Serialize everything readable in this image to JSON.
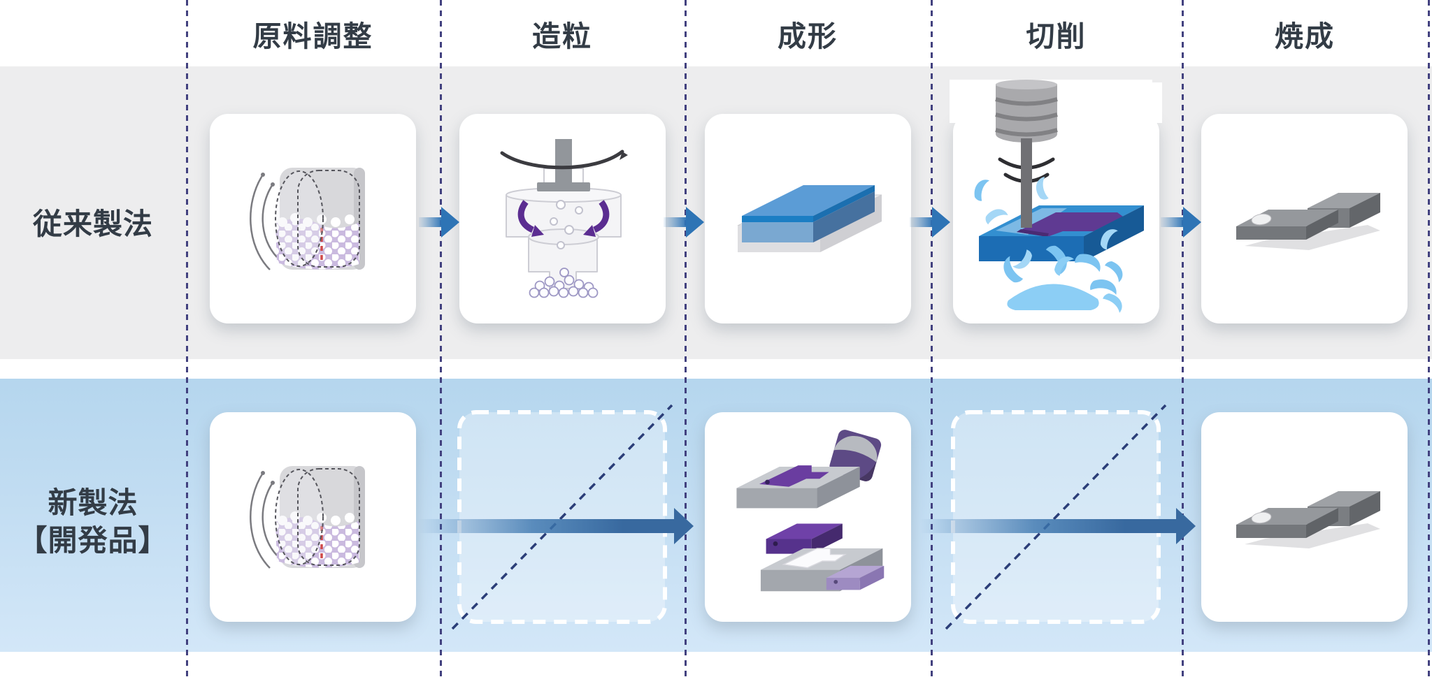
{
  "header": {
    "columns": [
      "原料調整",
      "造粒",
      "成形",
      "切削",
      "焼成"
    ]
  },
  "rows": {
    "conventional": {
      "label": "従来製法"
    },
    "new": {
      "label_line1": "新製法",
      "label_line2": "【開発品】"
    }
  },
  "icons": {
    "raw_material_adjustment": "ball-mill-drum-icon",
    "granulation": "granulator-icon",
    "forming_conventional": "pressed-green-block-icon",
    "cutting": "milling-machine-icon",
    "firing": "sintered-part-icon",
    "forming_new": "mold-and-parts-icon",
    "skipped_step": "dashed-box-diagonal-slash"
  },
  "colors": {
    "conventional_band": "#EDEDEE",
    "new_band": "#BEDCF2",
    "divider_dash": "#42417F",
    "flow_arrow_blue": "#3871A9",
    "small_arrow_blue": "#2E74B5",
    "heading_text": "#333C46",
    "accent_purple": "#5B2D91",
    "slab_blue": "#2F89CB"
  }
}
